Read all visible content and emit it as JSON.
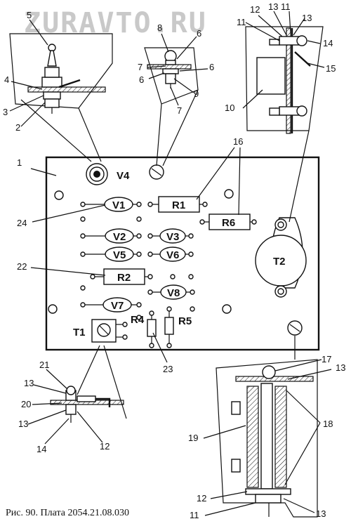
{
  "watermark": "ZURAVTO.RU",
  "caption": "Рис. 90. Плата 2054.21.08.030",
  "board_labels": {
    "v1": "V1",
    "v2": "V2",
    "v3": "V3",
    "v4": "V4",
    "v5": "V5",
    "v6": "V6",
    "v7": "V7",
    "v8": "V8",
    "r1": "R1",
    "r2": "R2",
    "r4": "R4",
    "r5": "R5",
    "r6": "R6",
    "t1": "T1",
    "t2": "T2"
  },
  "callouts": {
    "n1": "1",
    "n2": "2",
    "n3": "3",
    "n4": "4",
    "n5": "5",
    "n6a": "6",
    "n6b": "6",
    "n6c": "6",
    "n7a": "7",
    "n7b": "7",
    "n8": "8",
    "n9": "9",
    "n10": "10",
    "n11a": "11",
    "n11b": "11",
    "n11c": "11",
    "n12a": "12",
    "n12b": "12",
    "n12c": "12",
    "n13a": "13",
    "n13b": "13",
    "n13c": "13",
    "n13d": "13",
    "n13e": "13",
    "n13f": "13",
    "n14a": "14",
    "n14b": "14",
    "n15": "15",
    "n16": "16",
    "n17": "17",
    "n18": "18",
    "n19": "19",
    "n20": "20",
    "n21": "21",
    "n22": "22",
    "n23": "23",
    "n24": "24"
  }
}
